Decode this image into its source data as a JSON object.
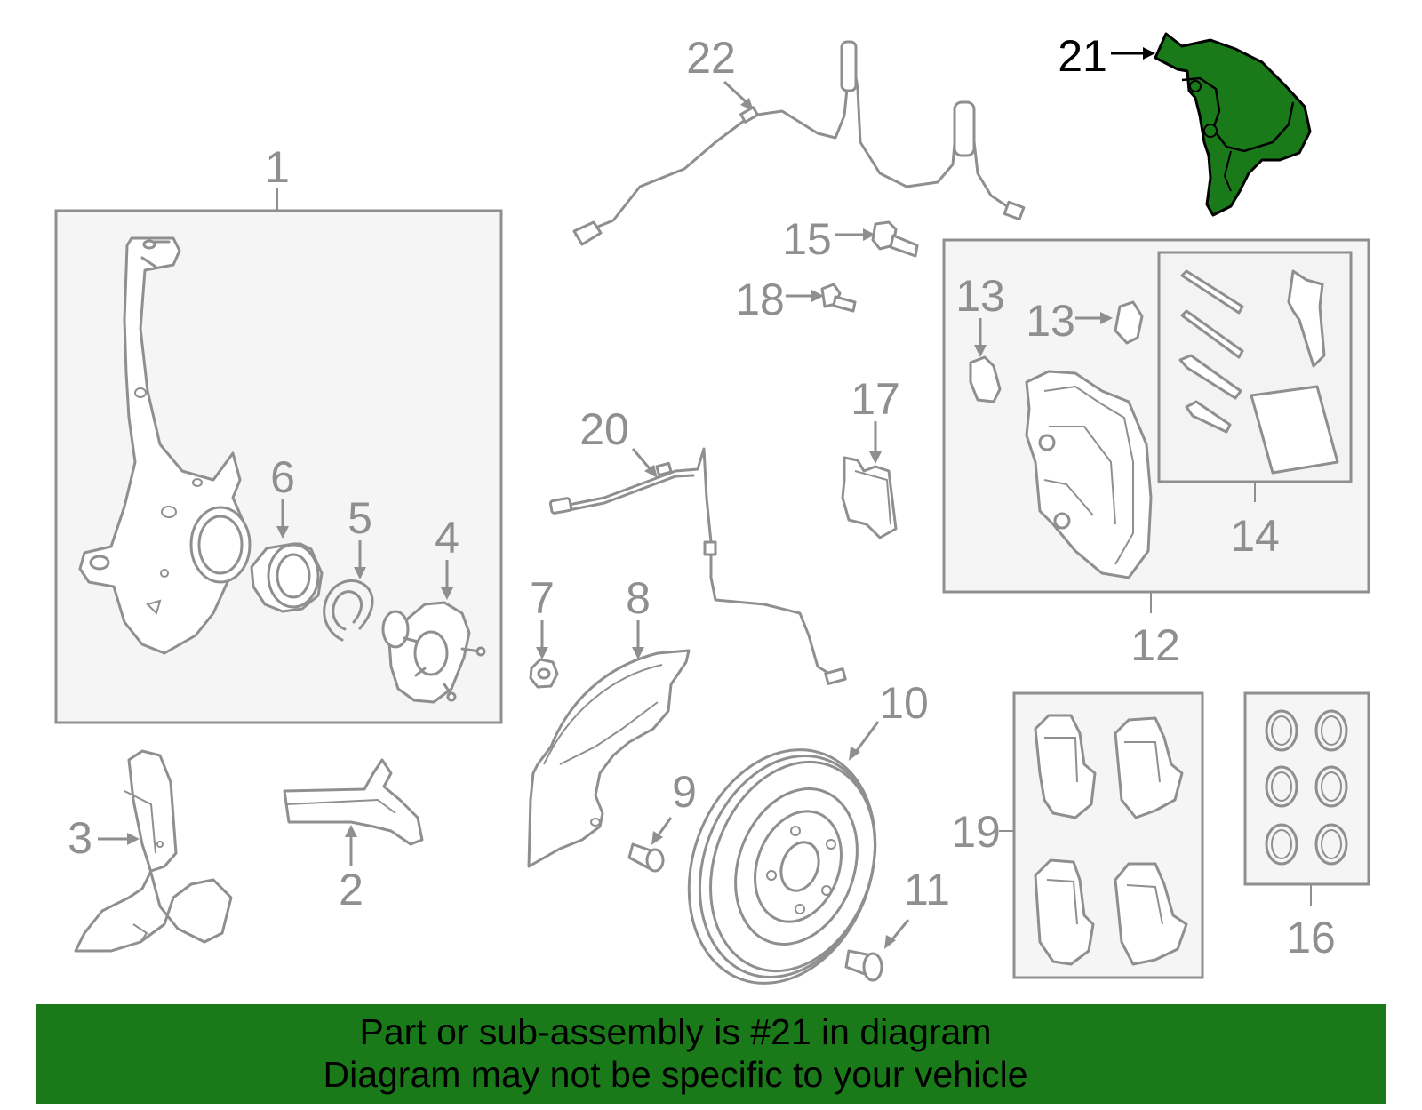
{
  "diagram": {
    "callouts": {
      "c1": "1",
      "c2": "2",
      "c3": "3",
      "c4": "4",
      "c5": "5",
      "c6": "6",
      "c7": "7",
      "c8": "8",
      "c9": "9",
      "c10": "10",
      "c11": "11",
      "c12": "12",
      "c13a": "13",
      "c13b": "13",
      "c14": "14",
      "c15": "15",
      "c16": "16",
      "c17": "17",
      "c18": "18",
      "c19": "19",
      "c20": "20",
      "c21": "21",
      "c22": "22"
    },
    "highlighted_part": "21",
    "colors": {
      "line": "#8f8f8f",
      "highlight_fill": "#1a7a1a",
      "highlight_label": "#000000",
      "banner_bg": "#1a7a1a",
      "banner_text": "#000000"
    }
  },
  "banner": {
    "line1": "Part or sub-assembly is #21 in diagram",
    "line2": "Diagram may not be specific to your vehicle"
  }
}
